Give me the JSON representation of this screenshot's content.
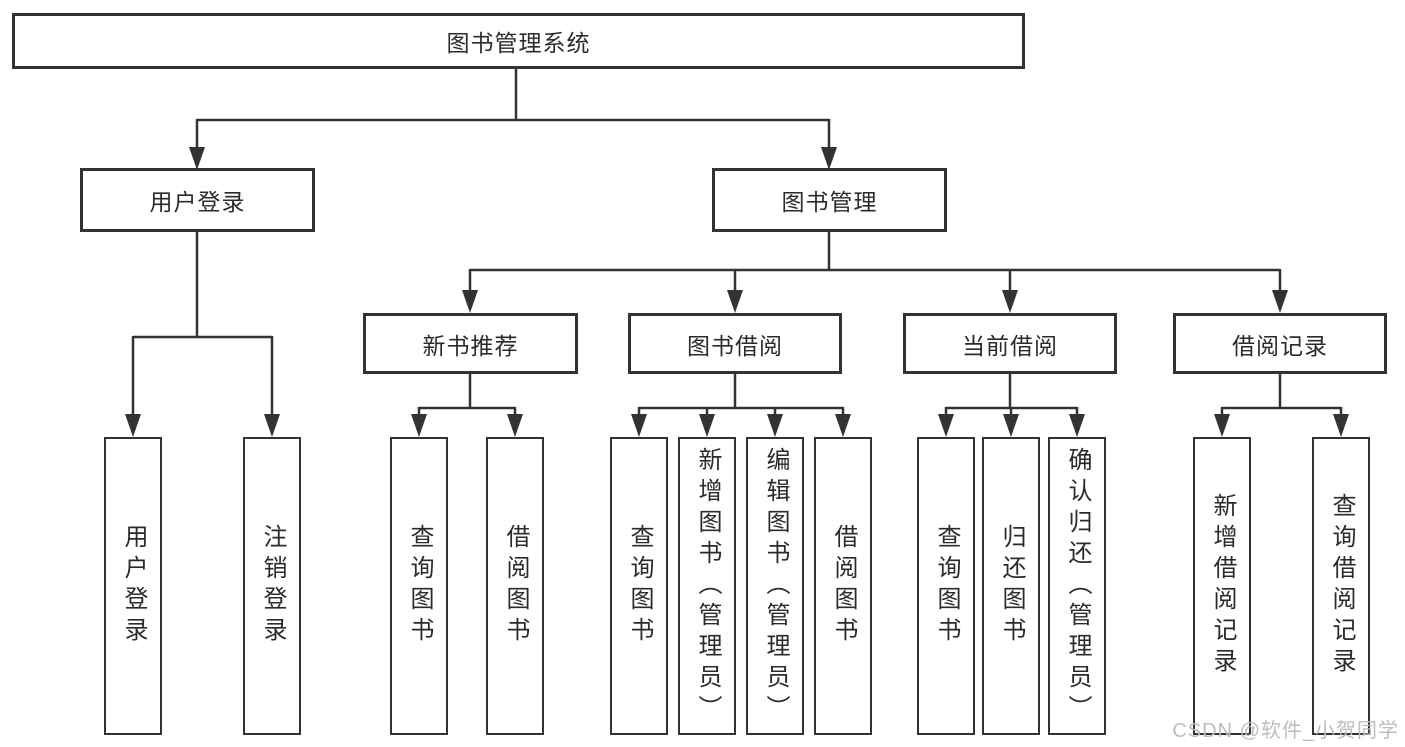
{
  "diagram": {
    "tree": {
      "label": "图书管理系统",
      "children": [
        {
          "label": "用户登录",
          "children": [
            {
              "label": "用户登录"
            },
            {
              "label": "注销登录"
            }
          ]
        },
        {
          "label": "图书管理",
          "children": [
            {
              "label": "新书推荐",
              "children": [
                {
                  "label": "查询图书"
                },
                {
                  "label": "借阅图书"
                }
              ]
            },
            {
              "label": "图书借阅",
              "children": [
                {
                  "label": "查询图书"
                },
                {
                  "label": "新增图书（管理员）"
                },
                {
                  "label": "编辑图书（管理员）"
                },
                {
                  "label": "借阅图书"
                }
              ]
            },
            {
              "label": "当前借阅",
              "children": [
                {
                  "label": "查询图书"
                },
                {
                  "label": "归还图书"
                },
                {
                  "label": "确认归还（管理员）"
                }
              ]
            },
            {
              "label": "借阅记录",
              "children": [
                {
                  "label": "新增借阅记录"
                },
                {
                  "label": "查询借阅记录"
                }
              ]
            }
          ]
        }
      ]
    },
    "colors": {
      "line": "#333333",
      "box_border": "#333333",
      "box_fill": "#ffffff",
      "text": "#2b2b2b",
      "watermark": "#bdbdbd"
    }
  },
  "watermark": {
    "text": "CSDN @软件_小贺同学"
  }
}
